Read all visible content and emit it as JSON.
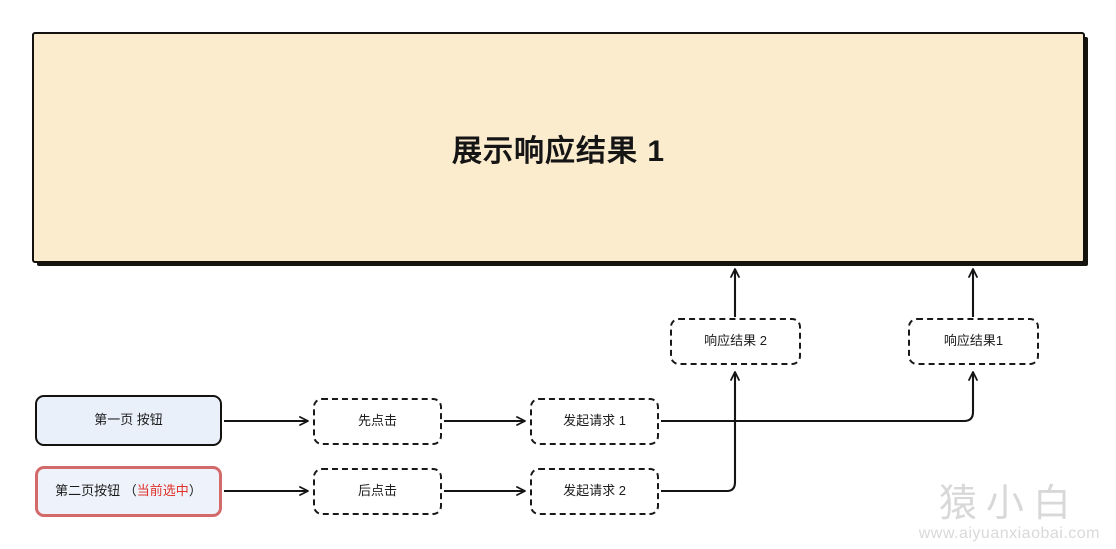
{
  "diagram": {
    "type": "flowchart",
    "title_panel": {
      "label": "展示响应结果 1",
      "fill_color": "#fbecce",
      "border_color": "#14120f"
    },
    "nodes": {
      "page1_button": {
        "label": "第一页 按钮",
        "style": "solid-dark",
        "fill_color": "#eaf0fa",
        "border_color": "#14120f"
      },
      "page2_button": {
        "label_main": "第二页按钮 （",
        "label_accent": "当前选中",
        "label_tail": "）",
        "style": "solid-red",
        "fill_color": "#eef2fa",
        "border_color": "#d4696a",
        "accent_color": "#e0322b"
      },
      "click_first": {
        "label": "先点击",
        "style": "dashed"
      },
      "click_second": {
        "label": "后点击",
        "style": "dashed"
      },
      "request_1": {
        "label": "发起请求 1",
        "style": "dashed"
      },
      "request_2": {
        "label": "发起请求 2",
        "style": "dashed"
      },
      "response_2": {
        "label": "响应结果 2",
        "style": "dashed"
      },
      "response_1": {
        "label": "响应结果1",
        "style": "dashed"
      }
    },
    "edges": [
      {
        "from": "page1_button",
        "to": "click_first",
        "style": "arrow"
      },
      {
        "from": "page2_button",
        "to": "click_second",
        "style": "arrow"
      },
      {
        "from": "click_first",
        "to": "request_1",
        "style": "arrow"
      },
      {
        "from": "click_second",
        "to": "request_2",
        "style": "arrow"
      },
      {
        "from": "request_1",
        "to": "response_1",
        "style": "elbow-arrow"
      },
      {
        "from": "request_2",
        "to": "response_2",
        "style": "elbow-arrow"
      },
      {
        "from": "response_2",
        "to": "title_panel",
        "style": "arrow-up"
      },
      {
        "from": "response_1",
        "to": "title_panel",
        "style": "arrow-up"
      }
    ],
    "line_color": "#141414"
  },
  "watermark": {
    "logo": "猿小白",
    "url": "www.aiyuanxiaobai.com",
    "color": "#d8d8d8"
  }
}
